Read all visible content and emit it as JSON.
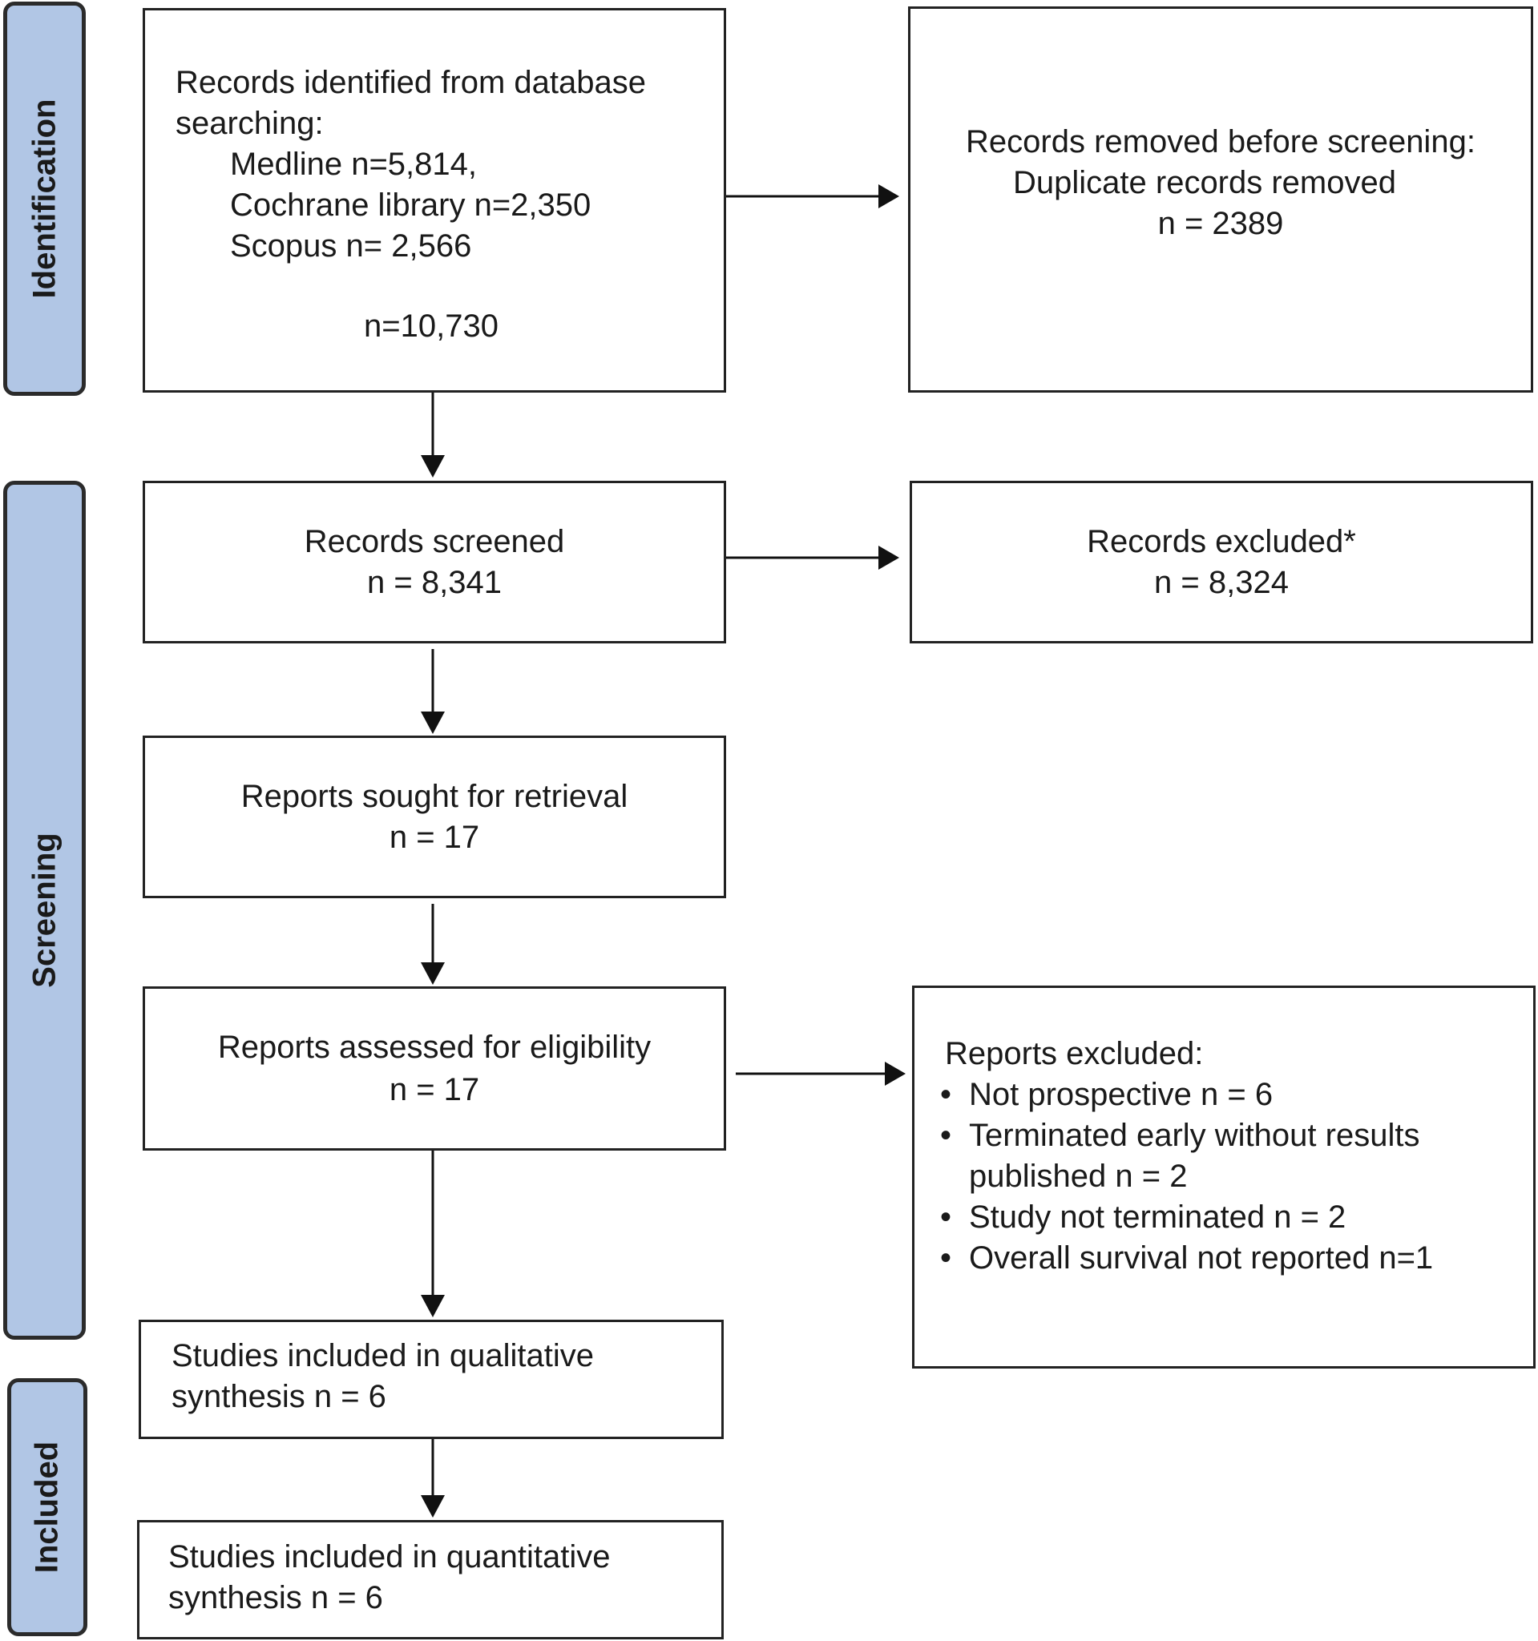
{
  "phases": {
    "identification": "Identification",
    "screening": "Screening",
    "included": "Included"
  },
  "records_identified": {
    "title_line1": "Records identified from database",
    "title_line2": "searching:",
    "sources": [
      "Medline n=5,814,",
      "Cochrane library n=2,350",
      "Scopus n= 2,566"
    ],
    "total": "n=10,730"
  },
  "records_removed": {
    "line1": "Records removed before screening:",
    "line2": "Duplicate records removed",
    "count": "n = 2389"
  },
  "records_screened": {
    "label": "Records screened",
    "count": "n = 8,341"
  },
  "records_excluded": {
    "label": "Records excluded*",
    "count": "n = 8,324"
  },
  "reports_sought": {
    "label": "Reports sought for retrieval",
    "count": "n = 17"
  },
  "reports_assessed": {
    "label": "Reports assessed for eligibility",
    "count": "n = 17"
  },
  "reports_excluded": {
    "title": "Reports excluded:",
    "items": [
      "Not prospective n = 6",
      "Terminated early without results published n = 2",
      "Study not terminated n = 2",
      "Overall survival not reported n=1"
    ]
  },
  "qualitative": {
    "line1": "Studies included in qualitative",
    "line2": "synthesis n = 6"
  },
  "quantitative": {
    "line1": "Studies included in quantitative",
    "line2": "synthesis n = 6"
  }
}
